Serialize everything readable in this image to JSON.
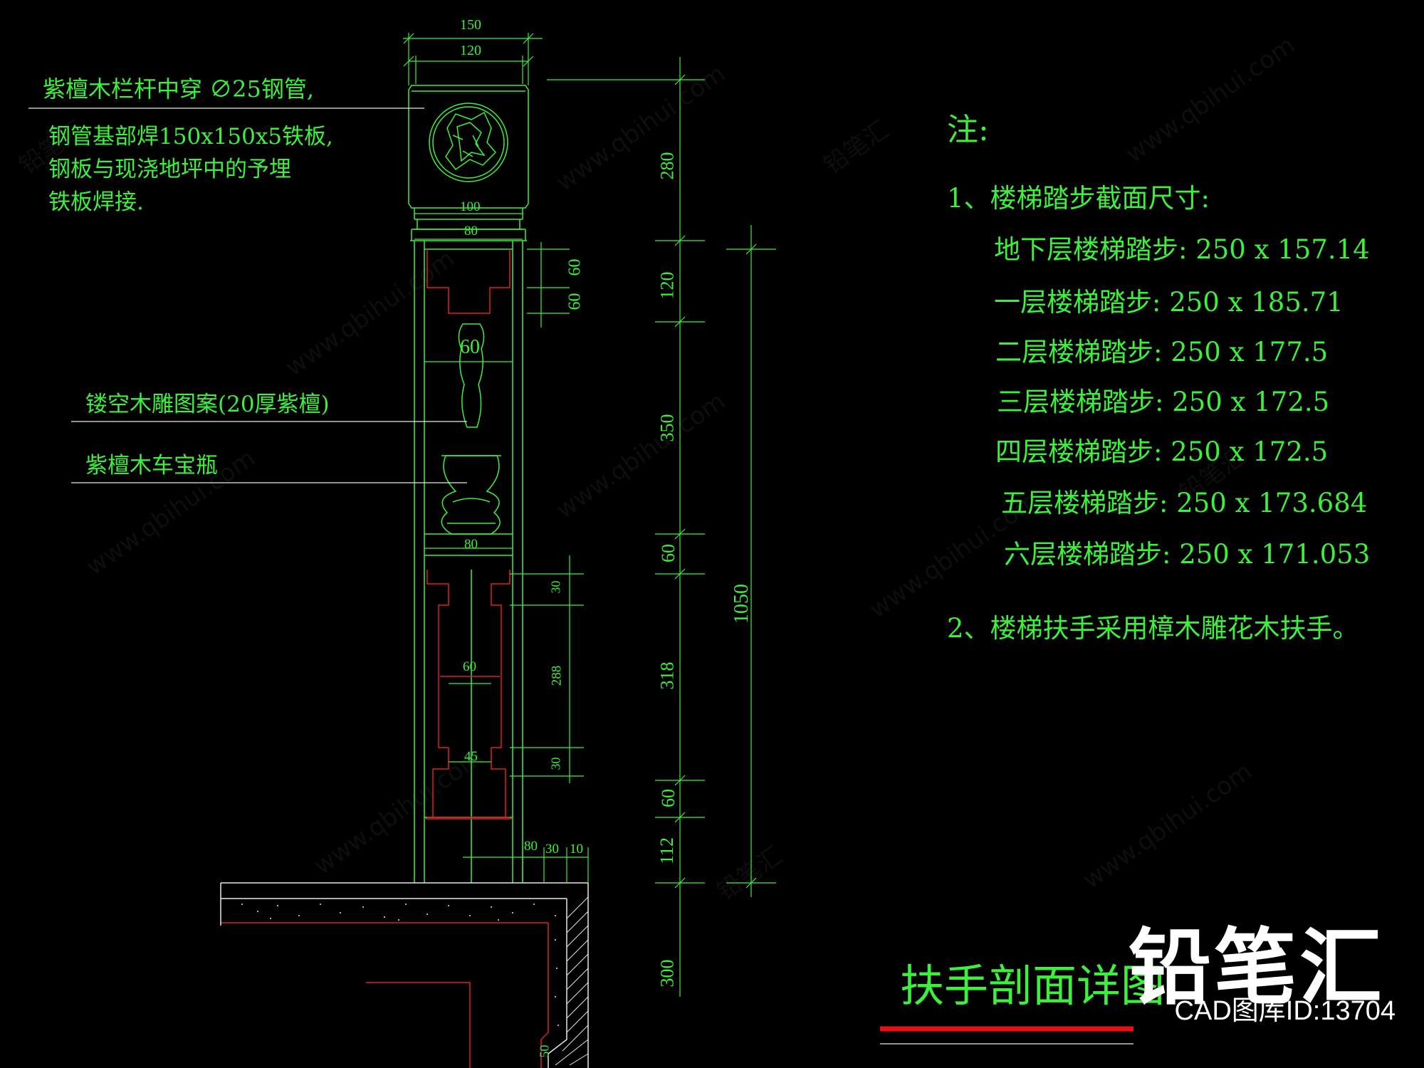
{
  "labels": {
    "rosewood_rail": "紫檀木栏杆中穿 ∅25钢管,",
    "steel_plate_1": "钢管基部焊150x150x5铁板,",
    "steel_plate_2": "钢板与现浇地坪中的予埋",
    "steel_plate_3": "铁板焊接.",
    "carving": "镂空木雕图案(20厚紫檀)",
    "vase": "紫檀木车宝瓶"
  },
  "notes": {
    "heading": "注:",
    "item1": "1、楼梯踏步截面尺寸:",
    "steps": [
      "地下层楼梯踏步: 250 x 157.14",
      "一层楼梯踏步: 250 x 185.71",
      "二层楼梯踏步: 250 x 177.5",
      "三层楼梯踏步: 250 x 172.5",
      "四层楼梯踏步: 250 x 172.5",
      "五层楼梯踏步: 250 x 173.684",
      "六层楼梯踏步: 250 x 171.053"
    ],
    "item2": "2、楼梯扶手采用樟木雕花木扶手。"
  },
  "title": "扶手剖面详图",
  "dims": {
    "top150": "150",
    "top120": "120",
    "w100": "100",
    "w80a": "80",
    "w60a": "60",
    "w80b": "80",
    "w60b": "60",
    "w45": "45",
    "r60a": "60",
    "r60b": "60",
    "r30a": "30",
    "r288": "288",
    "r30b": "30",
    "v280": "280",
    "v120": "120",
    "v350": "350",
    "v60a": "60",
    "v318": "318",
    "v60b": "60",
    "v112": "112",
    "v300": "300",
    "v1050": "1050",
    "b80": "80",
    "b30": "30",
    "b10": "10",
    "b50": "50"
  },
  "brand": {
    "name": "铅笔汇",
    "id": "CAD图库ID:13704"
  },
  "watermarks": [
    "铅笔汇",
    "www.qbihui.com"
  ],
  "colors": {
    "background": "#000000",
    "line_green": "#3cf03c",
    "line_red": "#e02020",
    "line_white": "#e8e8e8",
    "title_underline": "#e81010"
  }
}
